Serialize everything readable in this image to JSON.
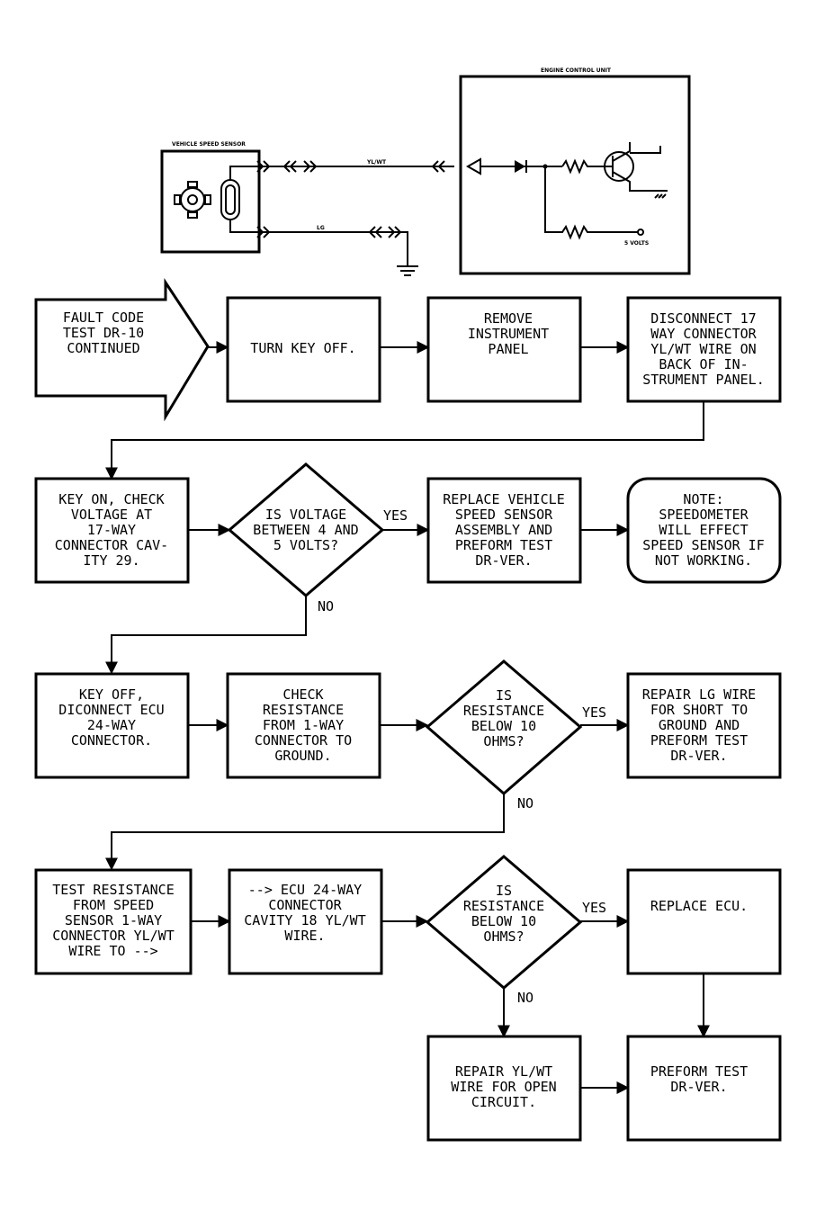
{
  "schematic": {
    "sensor_label": "VEHICLE SPEED SENSOR",
    "ecu_label": "ENGINE CONTROL UNIT",
    "wire1_label": "YL/WT",
    "wire2_label": "LG",
    "volts_label": "5 VOLTS"
  },
  "flow": {
    "start_arrow": [
      "FAULT CODE",
      "TEST DR-10",
      "CONTINUED"
    ],
    "turn_key_off": [
      "TURN KEY OFF."
    ],
    "remove_panel": [
      "REMOVE",
      "INSTRUMENT",
      "PANEL"
    ],
    "disconnect_17way": [
      "DISCONNECT 17",
      "WAY CONNECTOR",
      "YL/WT WIRE ON",
      "BACK OF IN-",
      "STRUMENT PANEL."
    ],
    "key_on_check": [
      "KEY ON, CHECK",
      "VOLTAGE AT",
      "17-WAY",
      "CONNECTOR CAV-",
      "ITY 29."
    ],
    "decision_voltage": [
      "IS VOLTAGE",
      "BETWEEN 4 AND",
      "5 VOLTS?"
    ],
    "replace_sensor": [
      "REPLACE VEHICLE",
      "SPEED SENSOR",
      "ASSEMBLY AND",
      "PREFORM TEST",
      "DR-VER."
    ],
    "note": [
      "NOTE:",
      "SPEEDOMETER",
      "WILL EFFECT",
      "SPEED SENSOR IF",
      "NOT WORKING."
    ],
    "key_off_disconnect": [
      "KEY OFF,",
      "DICONNECT ECU",
      "24-WAY",
      "CONNECTOR."
    ],
    "check_resistance": [
      "CHECK",
      "RESISTANCE",
      "FROM 1-WAY",
      "CONNECTOR TO",
      "GROUND."
    ],
    "decision_resistance1": [
      "IS",
      "RESISTANCE",
      "BELOW 10",
      "OHMS?"
    ],
    "repair_lg": [
      "REPAIR LG WIRE",
      "FOR SHORT TO",
      "GROUND AND",
      "PREFORM TEST",
      "DR-VER."
    ],
    "test_resistance": [
      "TEST RESISTANCE",
      "FROM SPEED",
      "SENSOR 1-WAY",
      "CONNECTOR YL/WT",
      "WIRE TO -->"
    ],
    "ecu_24way": [
      "--> ECU 24-WAY",
      "CONNECTOR",
      "CAVITY 18 YL/WT",
      "WIRE."
    ],
    "decision_resistance2": [
      "IS",
      "RESISTANCE",
      "BELOW 10",
      "OHMS?"
    ],
    "replace_ecu": [
      "REPLACE ECU."
    ],
    "repair_ylwt": [
      "REPAIR YL/WT",
      "WIRE FOR OPEN",
      "CIRCUIT."
    ],
    "preform_test": [
      "PREFORM TEST",
      "DR-VER."
    ],
    "yes1": "YES",
    "no1": "NO",
    "yes2": "YES",
    "no2": "NO",
    "yes3": "YES",
    "no3": "NO"
  }
}
